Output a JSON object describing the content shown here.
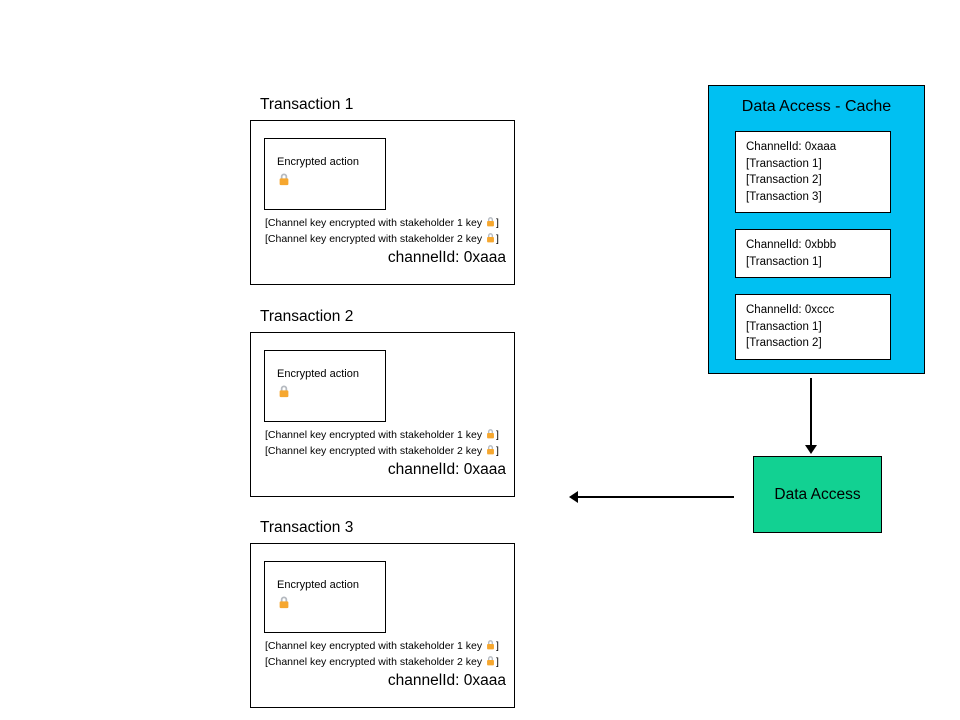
{
  "colors": {
    "cache_bg": "#00c0f2",
    "data_access_bg": "#12d192",
    "lock_body": "#f6a72f",
    "lock_shackle": "#b5bac0",
    "arrow": "#000000"
  },
  "transactions": [
    {
      "title": "Transaction 1"
    },
    {
      "title": "Transaction 2"
    },
    {
      "title": "Transaction 3"
    }
  ],
  "transaction_common": {
    "encrypted_action": "Encrypted action",
    "key_lines": [
      {
        "prefix": "[Channel key encrypted with stakeholder 1 key ",
        "suffix": "]"
      },
      {
        "prefix": "[Channel key encrypted with stakeholder 2 key ",
        "suffix": "]"
      }
    ],
    "channel_id": "channelId: 0xaaa"
  },
  "cache": {
    "title": "Data Access - Cache",
    "entries": [
      {
        "channel": "ChannelId: 0xaaa",
        "transactions": [
          "[Transaction 1]",
          "[Transaction 2]",
          "[Transaction 3]"
        ]
      },
      {
        "channel": "ChannelId: 0xbbb",
        "transactions": [
          "[Transaction 1]"
        ]
      },
      {
        "channel": "ChannelId: 0xccc",
        "transactions": [
          "[Transaction 1]",
          "[Transaction 2]"
        ]
      }
    ]
  },
  "data_access": {
    "label": "Data Access"
  }
}
